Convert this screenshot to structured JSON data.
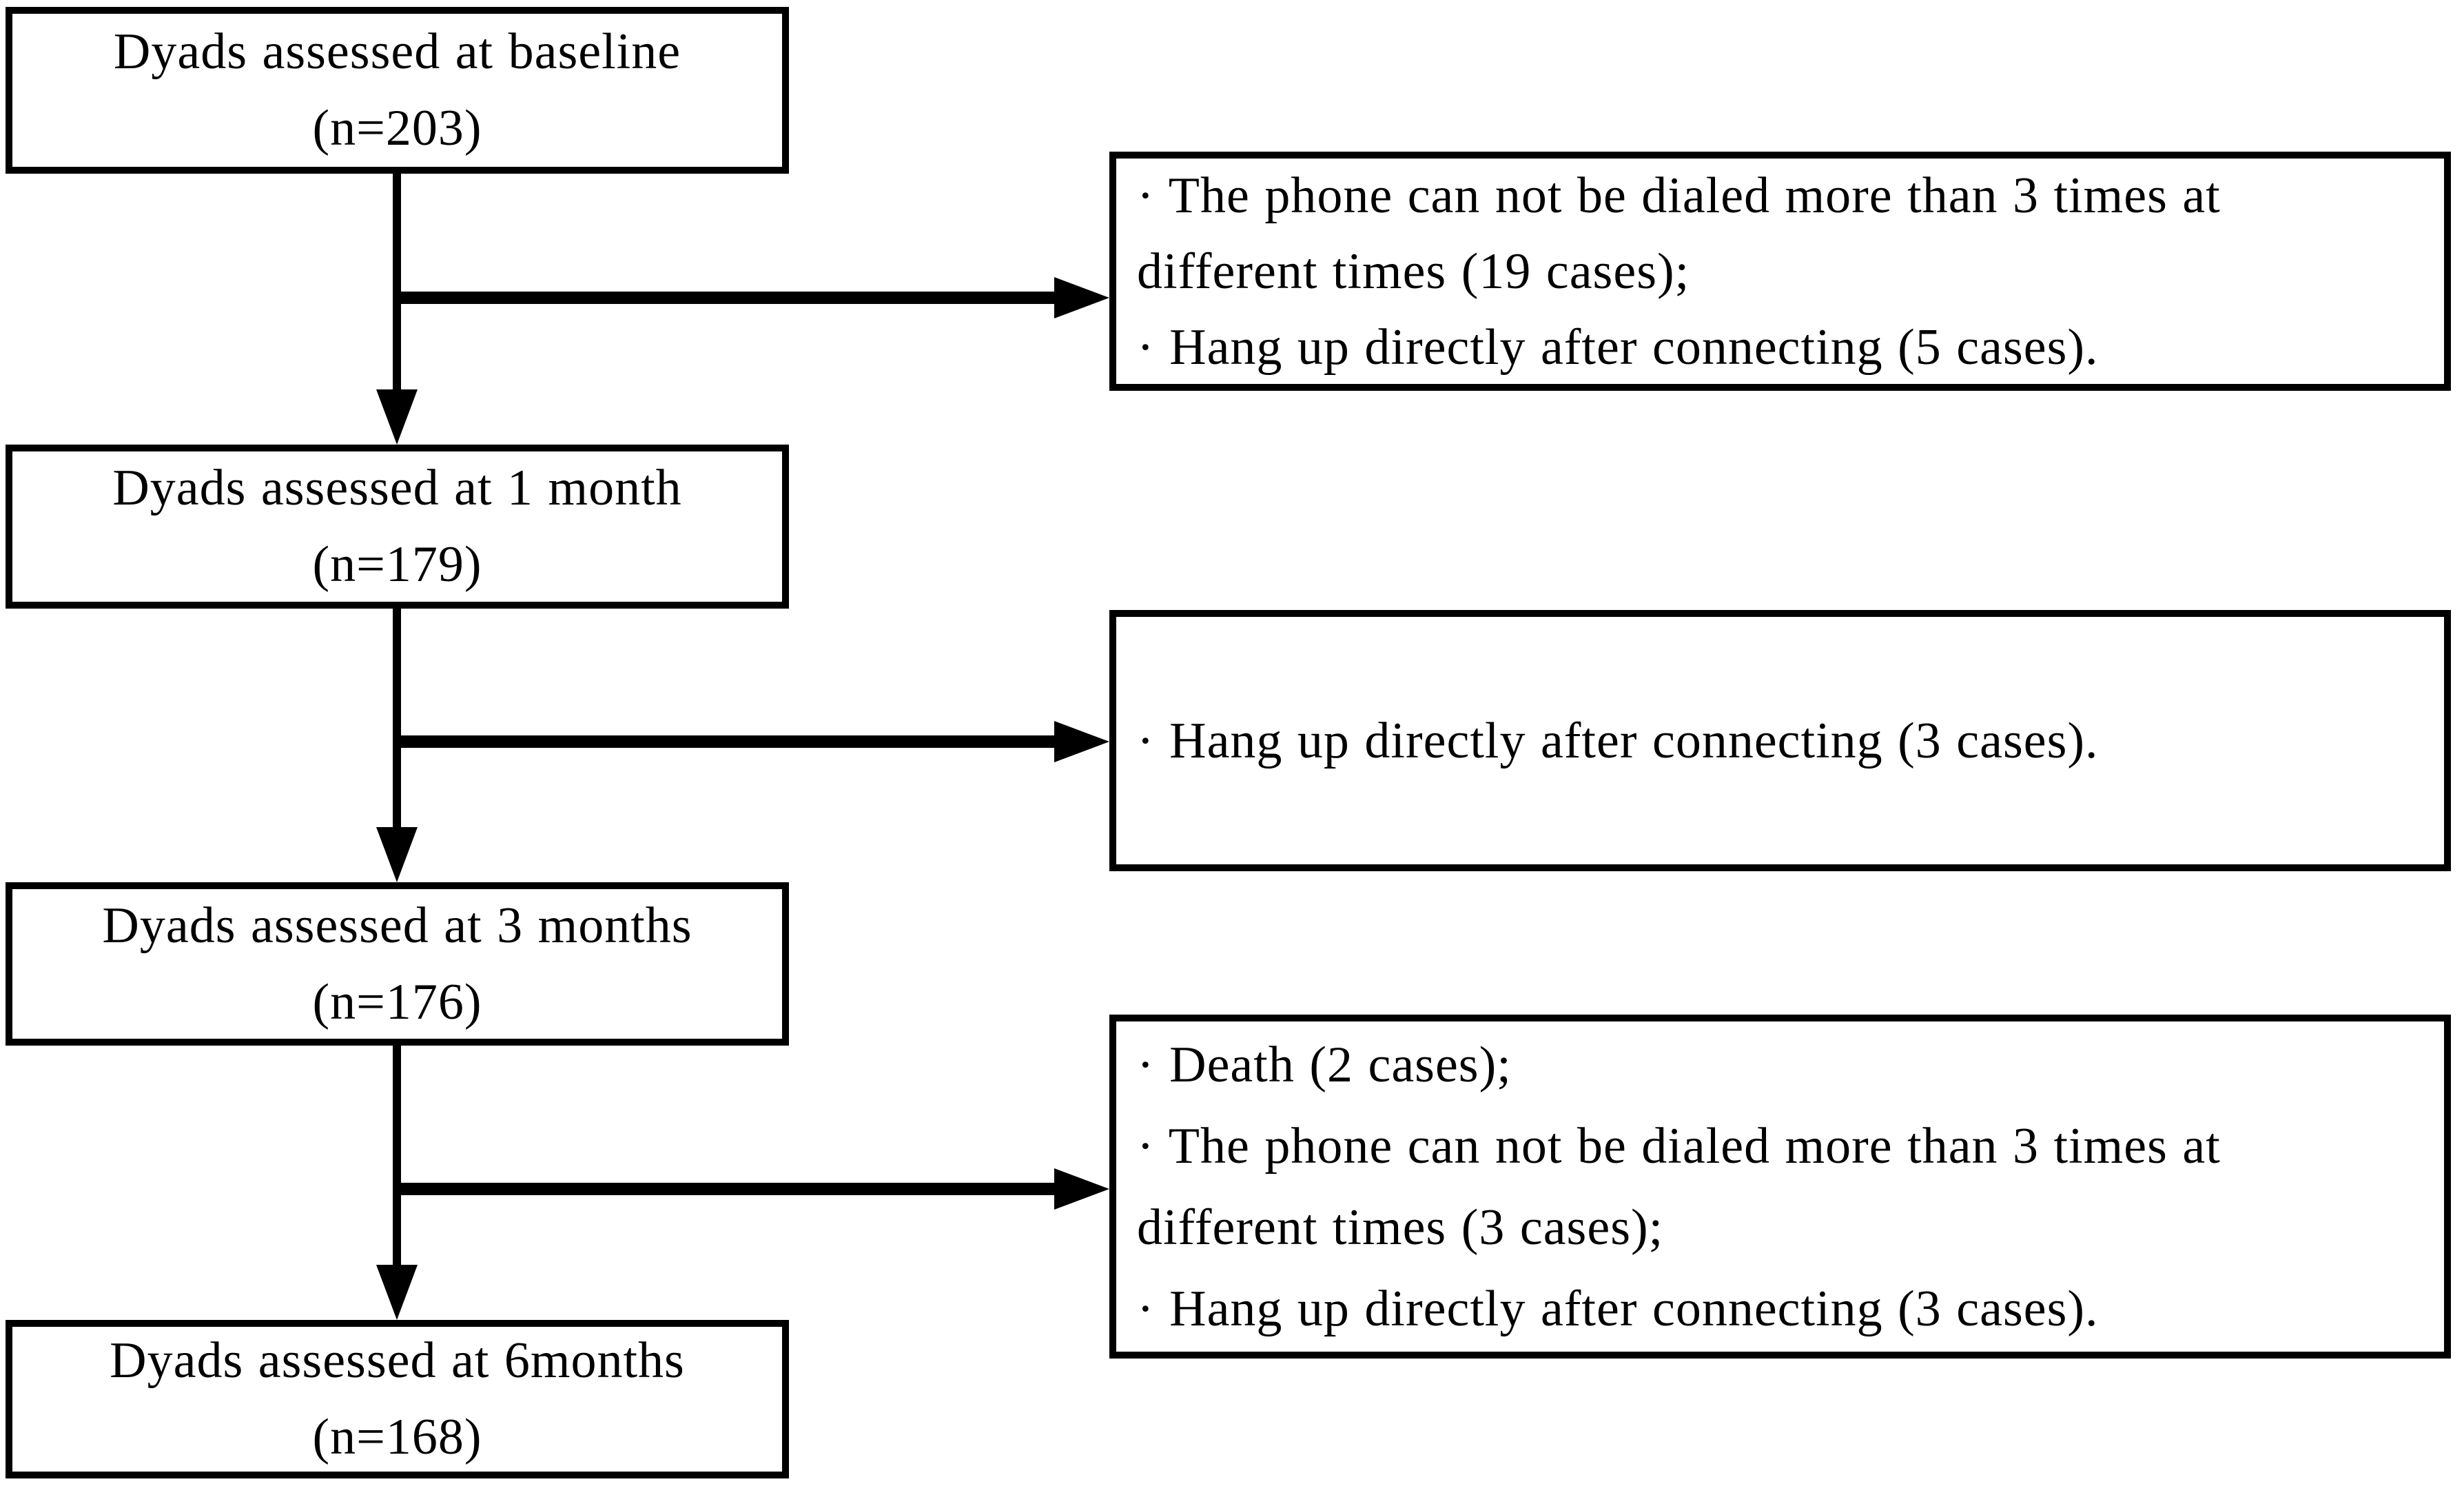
{
  "figure": {
    "type": "flowchart",
    "colors": {
      "line": "#000000",
      "background": "#ffffff",
      "text": "#000000"
    },
    "main_boxes": [
      {
        "label": "Dyads assessed at baseline",
        "count": "(n=203)"
      },
      {
        "label": "Dyads assessed at 1 month",
        "count": "(n=179)"
      },
      {
        "label": "Dyads assessed at 3 months",
        "count": "(n=176)"
      },
      {
        "label": "Dyads assessed at 6months",
        "count": "(n=168)"
      }
    ],
    "exclusion_boxes": [
      {
        "lines": [
          "· The phone can not be dialed more than 3 times at",
          "different times (19 cases);",
          "· Hang up directly after connecting (5 cases)."
        ]
      },
      {
        "lines": [
          "· Hang up directly after connecting (3 cases)."
        ]
      },
      {
        "lines": [
          "· Death (2 cases);",
          "· The phone can not be dialed more than 3 times at",
          "different times (3 cases);",
          "· Hang up directly after connecting (3 cases)."
        ]
      }
    ]
  }
}
